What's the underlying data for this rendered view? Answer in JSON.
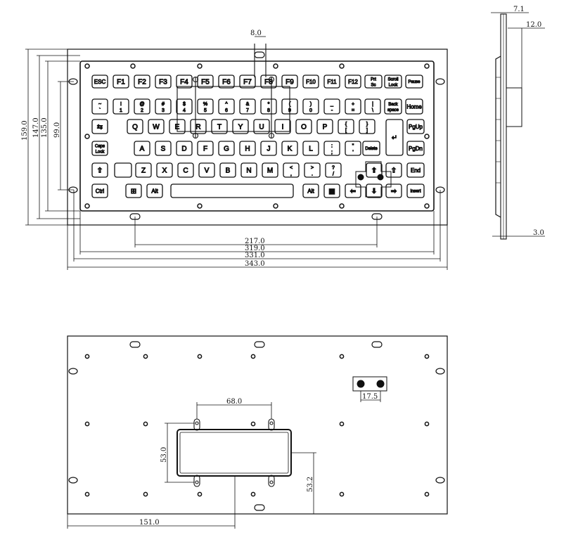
{
  "front_view": {
    "dimensions": {
      "panel_width": "343.0",
      "ext_width": "331.0",
      "outer_width": "319.0",
      "hole_spacing": "217.0",
      "total_height": "159.0",
      "height_147": "147.0",
      "height_135": "135.0",
      "height_99": "99.0",
      "slot_width": "8.0"
    },
    "keyboard_rows": [
      [
        {
          "k": "esc",
          "l": "ESC"
        },
        {
          "k": "f1",
          "l": "F1"
        },
        {
          "k": "f2",
          "l": "F2"
        },
        {
          "k": "f3",
          "l": "F3"
        },
        {
          "k": "f4",
          "l": "F4"
        },
        {
          "k": "f5",
          "l": "F5"
        },
        {
          "k": "f6",
          "l": "F6"
        },
        {
          "k": "f7",
          "l": "F7"
        },
        {
          "k": "f8",
          "l": "F8"
        },
        {
          "k": "f9",
          "l": "F9"
        },
        {
          "k": "f10",
          "l": "F10"
        },
        {
          "k": "f11",
          "l": "F11"
        },
        {
          "k": "f12",
          "l": "F12"
        },
        {
          "k": "prtsc",
          "l": "Prt\nSc"
        },
        {
          "k": "scrolllock",
          "l": "Scroll\nLock"
        },
        {
          "k": "pause",
          "l": "Pause"
        }
      ],
      [
        {
          "k": "grave",
          "l": "~\n`"
        },
        {
          "k": "1",
          "l": "!\n1"
        },
        {
          "k": "2",
          "l": "@\n2"
        },
        {
          "k": "3",
          "l": "#\n3"
        },
        {
          "k": "4",
          "l": "$\n4"
        },
        {
          "k": "5",
          "l": "%\n5"
        },
        {
          "k": "6",
          "l": "^\n6"
        },
        {
          "k": "7",
          "l": "&\n7"
        },
        {
          "k": "8",
          "l": "*\n8"
        },
        {
          "k": "9",
          "l": "(\n9"
        },
        {
          "k": "0",
          "l": ")\n0"
        },
        {
          "k": "minus",
          "l": "_\n-"
        },
        {
          "k": "equal",
          "l": "+\n="
        },
        {
          "k": "backslash",
          "l": "|\n\\"
        },
        {
          "k": "backspace",
          "l": "Back\nspace"
        },
        {
          "k": "home",
          "l": "Home"
        }
      ],
      [
        {
          "k": "tab",
          "l": "⇆"
        },
        {
          "k": "q",
          "l": "Q"
        },
        {
          "k": "w",
          "l": "W"
        },
        {
          "k": "e",
          "l": "E"
        },
        {
          "k": "r",
          "l": "R"
        },
        {
          "k": "t",
          "l": "T"
        },
        {
          "k": "y",
          "l": "Y"
        },
        {
          "k": "u",
          "l": "U"
        },
        {
          "k": "i",
          "l": "I"
        },
        {
          "k": "o",
          "l": "O"
        },
        {
          "k": "p",
          "l": "P"
        },
        {
          "k": "lbracket",
          "l": "{\n["
        },
        {
          "k": "rbracket",
          "l": "}\n]"
        },
        {
          "k": "enter",
          "l": "↵"
        },
        {
          "k": "pgup",
          "l": "PgUp"
        }
      ],
      [
        {
          "k": "capslock",
          "l": "Caps\nLock"
        },
        {
          "k": "a",
          "l": "A"
        },
        {
          "k": "s",
          "l": "S"
        },
        {
          "k": "d",
          "l": "D"
        },
        {
          "k": "f",
          "l": "F"
        },
        {
          "k": "g",
          "l": "G"
        },
        {
          "k": "h",
          "l": "H"
        },
        {
          "k": "j",
          "l": "J"
        },
        {
          "k": "k",
          "l": "K"
        },
        {
          "k": "l",
          "l": "L"
        },
        {
          "k": "semicolon",
          "l": ":\n;"
        },
        {
          "k": "quote",
          "l": "\"\n'"
        },
        {
          "k": "delete",
          "l": "Delete"
        },
        {
          "k": "pgdn",
          "l": "PgDn"
        }
      ],
      [
        {
          "k": "lshift",
          "l": "⇧"
        },
        {
          "k": "blank",
          "l": ""
        },
        {
          "k": "z",
          "l": "Z"
        },
        {
          "k": "x",
          "l": "X"
        },
        {
          "k": "c",
          "l": "C"
        },
        {
          "k": "v",
          "l": "V"
        },
        {
          "k": "b",
          "l": "B"
        },
        {
          "k": "n",
          "l": "N"
        },
        {
          "k": "m",
          "l": "M"
        },
        {
          "k": "comma",
          "l": "<\n,"
        },
        {
          "k": "period",
          "l": ">\n."
        },
        {
          "k": "slash",
          "l": "?\n/"
        },
        {
          "k": "up",
          "l": "⬆"
        },
        {
          "k": "rshift",
          "l": "⇧"
        },
        {
          "k": "end",
          "l": "End"
        }
      ],
      [
        {
          "k": "ctrl",
          "l": "Ctrl"
        },
        {
          "k": "win",
          "l": "⊞"
        },
        {
          "k": "lalt",
          "l": "Alt"
        },
        {
          "k": "space",
          "l": ""
        },
        {
          "k": "ralt",
          "l": "Alt"
        },
        {
          "k": "menu",
          "l": "▤"
        },
        {
          "k": "left",
          "l": "⬅"
        },
        {
          "k": "down",
          "l": "⬇"
        },
        {
          "k": "right",
          "l": "➡"
        },
        {
          "k": "insert",
          "l": "Insert"
        }
      ]
    ]
  },
  "side_view": {
    "dimensions": {
      "top_width": "7.1",
      "depth": "12.0",
      "bottom_width": "3.0"
    }
  },
  "back_view": {
    "dimensions": {
      "pcb_width": "68.0",
      "pcb_height": "53.0",
      "pcb_offset_y": "53.2",
      "pcb_offset_x": "151.0",
      "connector_width": "17.5"
    }
  }
}
